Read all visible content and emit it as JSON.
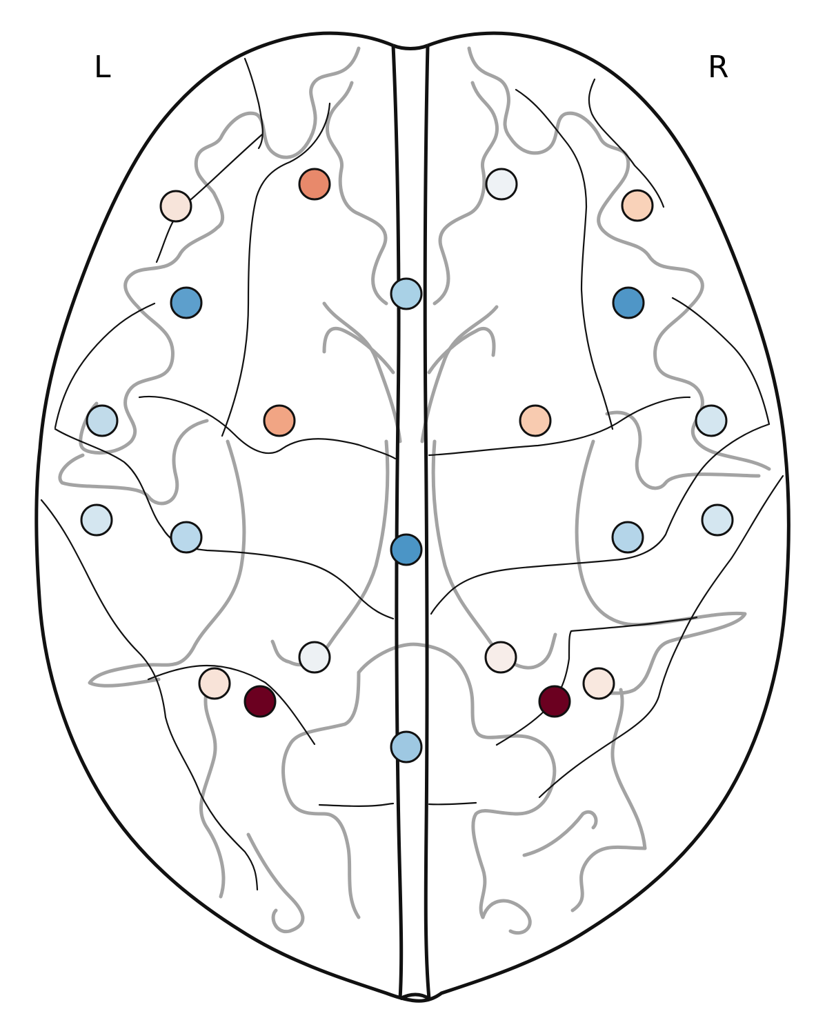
{
  "labels": {
    "left": "L",
    "right": "R"
  },
  "electrodes": [
    {
      "name": "electrode-l-prefrontal-lateral",
      "color": "#f7e4da"
    },
    {
      "name": "electrode-l-prefrontal-medial",
      "color": "#e8896b"
    },
    {
      "name": "electrode-r-prefrontal-medial",
      "color": "#eef2f5"
    },
    {
      "name": "electrode-r-prefrontal-lateral",
      "color": "#f9d2b9"
    },
    {
      "name": "electrode-midline-frontal",
      "color": "#a9d1e6"
    },
    {
      "name": "electrode-l-frontal",
      "color": "#5d9fcc"
    },
    {
      "name": "electrode-r-frontal",
      "color": "#4f96c7"
    },
    {
      "name": "electrode-l-temporal-anterior",
      "color": "#c1dbea"
    },
    {
      "name": "electrode-l-central",
      "color": "#f1a584"
    },
    {
      "name": "electrode-r-central",
      "color": "#f8cbb0"
    },
    {
      "name": "electrode-r-temporal-anterior",
      "color": "#d4e6f0"
    },
    {
      "name": "electrode-l-temporal-mid",
      "color": "#d4e6f0"
    },
    {
      "name": "electrode-l-centroparietal",
      "color": "#b9d8eb"
    },
    {
      "name": "electrode-midline-central",
      "color": "#4b95c6"
    },
    {
      "name": "electrode-r-centroparietal",
      "color": "#b4d5e9"
    },
    {
      "name": "electrode-r-temporal-mid",
      "color": "#d4e6f0"
    },
    {
      "name": "electrode-l-parietal-medial",
      "color": "#edf1f4"
    },
    {
      "name": "electrode-r-parietal-medial",
      "color": "#f7ede9"
    },
    {
      "name": "electrode-l-parietal-lateral",
      "color": "#f8e3d8"
    },
    {
      "name": "electrode-l-parietal-deep",
      "color": "#6b0020"
    },
    {
      "name": "electrode-r-parietal-deep",
      "color": "#6b0020"
    },
    {
      "name": "electrode-r-parietal-lateral",
      "color": "#f9e8df"
    },
    {
      "name": "electrode-midline-parietal",
      "color": "#9ec8e2"
    }
  ]
}
